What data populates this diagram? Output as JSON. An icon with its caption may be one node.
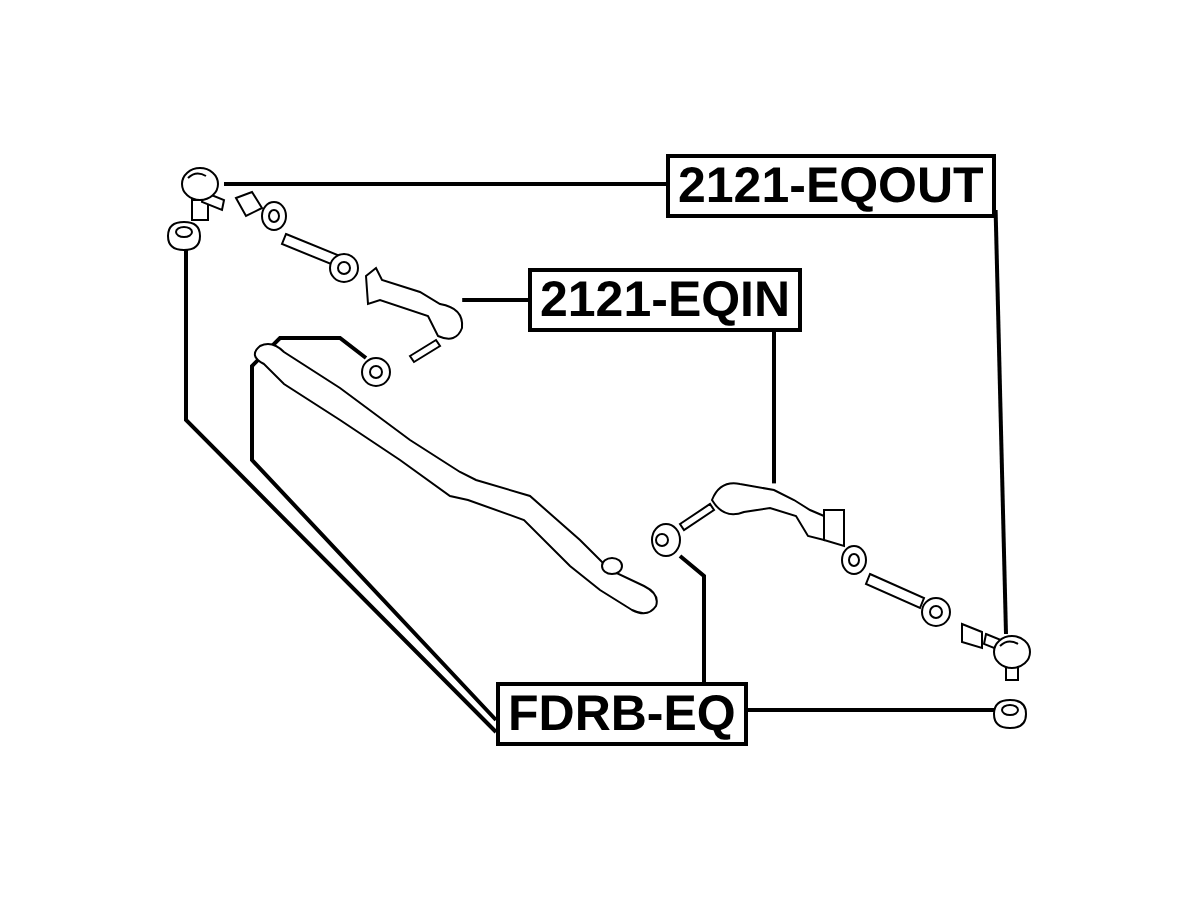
{
  "diagram": {
    "nodes": [
      {
        "text": [
          "2121-EQOUT"
        ]
      },
      {
        "text": [
          "2121-EQIN"
        ]
      },
      {
        "text": [
          "FDRB-EQ"
        ]
      },
      {
        "text": [],
        "shape": "picture"
      },
      {
        "text": [],
        "shape": "picture"
      },
      {
        "text": [],
        "shape": "picture"
      },
      {
        "text": [],
        "shape": "picture"
      },
      {
        "text": [],
        "shape": "picture"
      },
      {
        "text": [],
        "shape": "picture"
      },
      {
        "text": [],
        "shape": "picture"
      },
      {
        "text": [],
        "shape": "picture"
      }
    ],
    "edges": [
      {
        "from": 0,
        "to": 3,
        "arrow": "none"
      },
      {
        "from": 0,
        "to": 9,
        "arrow": "none"
      },
      {
        "from": 1,
        "to": 5,
        "arrow": "none"
      },
      {
        "from": 1,
        "to": 7,
        "arrow": "none"
      },
      {
        "from": 2,
        "to": 4,
        "arrow": "none"
      },
      {
        "from": 2,
        "to": 6,
        "arrow": "none"
      },
      {
        "from": 2,
        "to": 8,
        "arrow": "none"
      },
      {
        "from": 2,
        "to": 10,
        "arrow": "none"
      }
    ]
  }
}
